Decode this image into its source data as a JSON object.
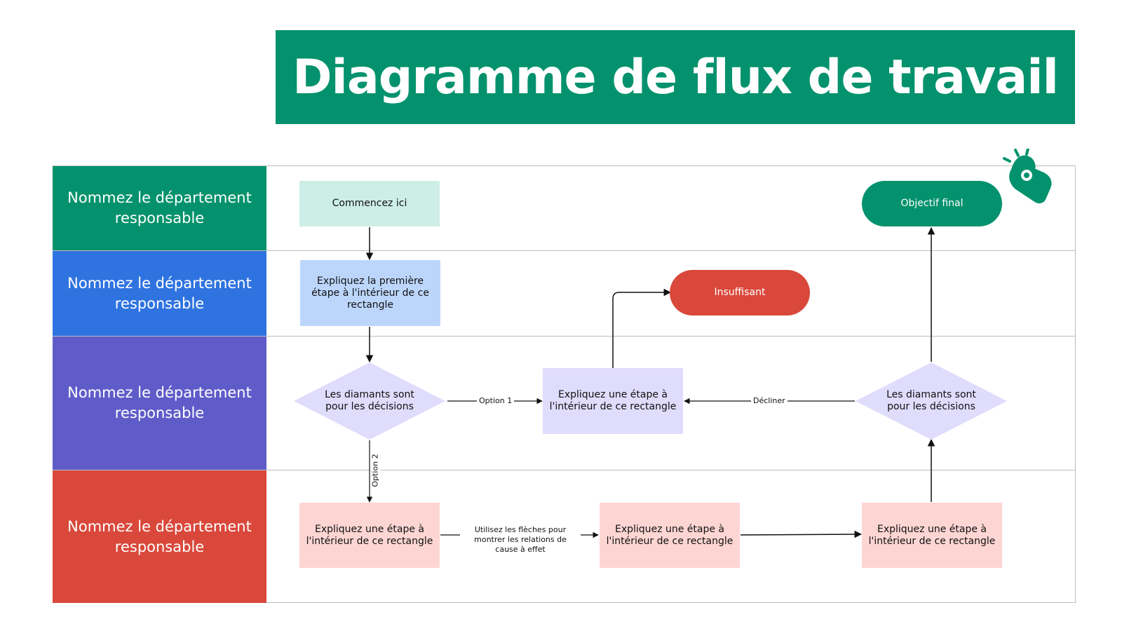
{
  "title": "Diagramme de flux de travail",
  "lanes": [
    {
      "label": "Nommez le département responsable",
      "color": "#03926d"
    },
    {
      "label": "Nommez le département responsable",
      "color": "#2f73e0"
    },
    {
      "label": "Nommez le département responsable",
      "color": "#5f5cc9"
    },
    {
      "label": "Nommez le département responsable",
      "color": "#d9483b"
    }
  ],
  "nodes": {
    "start": "Commencez ici",
    "first_step": "Expliquez la première étape à l'intérieur de ce rectangle",
    "decision_1": "Les diamants sont pour les décisions",
    "step_mid": "Expliquez une étape à l'intérieur de ce rectangle",
    "insufficient": "Insuffisant",
    "decision_2": "Les diamants sont pour les décisions",
    "goal": "Objectif final",
    "step_bottom_1": "Expliquez une étape à l'intérieur de ce rectangle",
    "step_bottom_2": "Expliquez une étape à l'intérieur de ce rectangle",
    "step_bottom_3": "Expliquez une étape à l'intérieur de ce rectangle"
  },
  "connectors": {
    "option1": "Option 1",
    "option2": "Option 2",
    "decline": "Décliner",
    "cause_effect": "Utilisez les flèches pour montrer les relations de cause à effet"
  },
  "colors": {
    "green": "#03926d",
    "mint": "#cdeee6",
    "light_blue": "#bcd6fb",
    "lavender": "#e0dcfc",
    "pink": "#fdd6d3",
    "red": "#d9483b"
  },
  "icons": {
    "decoration": "hand-pointing-icon"
  }
}
